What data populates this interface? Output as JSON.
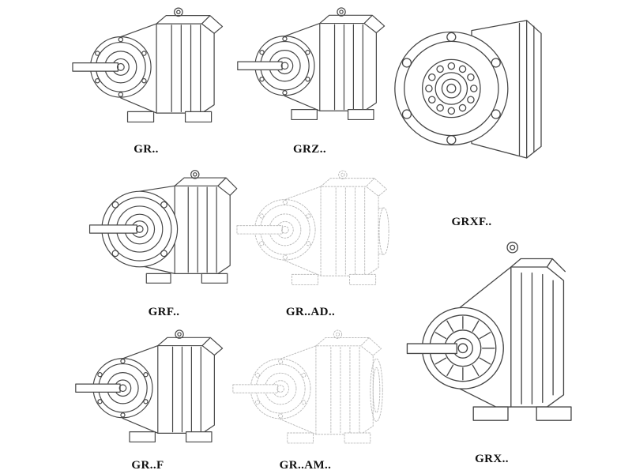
{
  "palette": {
    "line": "#474747",
    "ghost_line": "#bcbcbc",
    "background": "#ffffff",
    "label_color": "#111111"
  },
  "figures": [
    {
      "id": "gr",
      "label": "GR..",
      "line_style": "solid",
      "drawing": "foot-mounted helical gear reducer, isometric line drawing"
    },
    {
      "id": "grz",
      "label": "GRZ..",
      "line_style": "solid",
      "drawing": "foot-mounted helical gear reducer variant, isometric line drawing"
    },
    {
      "id": "grxf",
      "label": "GRXF..",
      "line_style": "solid",
      "drawing": "flange-mounted helical gear reducer, front flange view"
    },
    {
      "id": "grf",
      "label": "GRF..",
      "line_style": "solid",
      "drawing": "flange-mounted helical gear reducer, isometric line drawing"
    },
    {
      "id": "grad",
      "label": "GR..AD..",
      "line_style": "dashed",
      "drawing": "helical gear reducer with input adapter, ghosted dashed outline"
    },
    {
      "id": "grft",
      "label": "GR..F",
      "line_style": "solid",
      "drawing": "foot-mounted helical gear reducer, isometric line drawing"
    },
    {
      "id": "gram",
      "label": "GR..AM..",
      "line_style": "dashed",
      "drawing": "helical gear reducer with motor adapter flange, ghosted dashed outline"
    },
    {
      "id": "grx",
      "label": "GRX..",
      "line_style": "solid",
      "drawing": "large foot-mounted helical gear reducer, isometric line drawing"
    }
  ]
}
